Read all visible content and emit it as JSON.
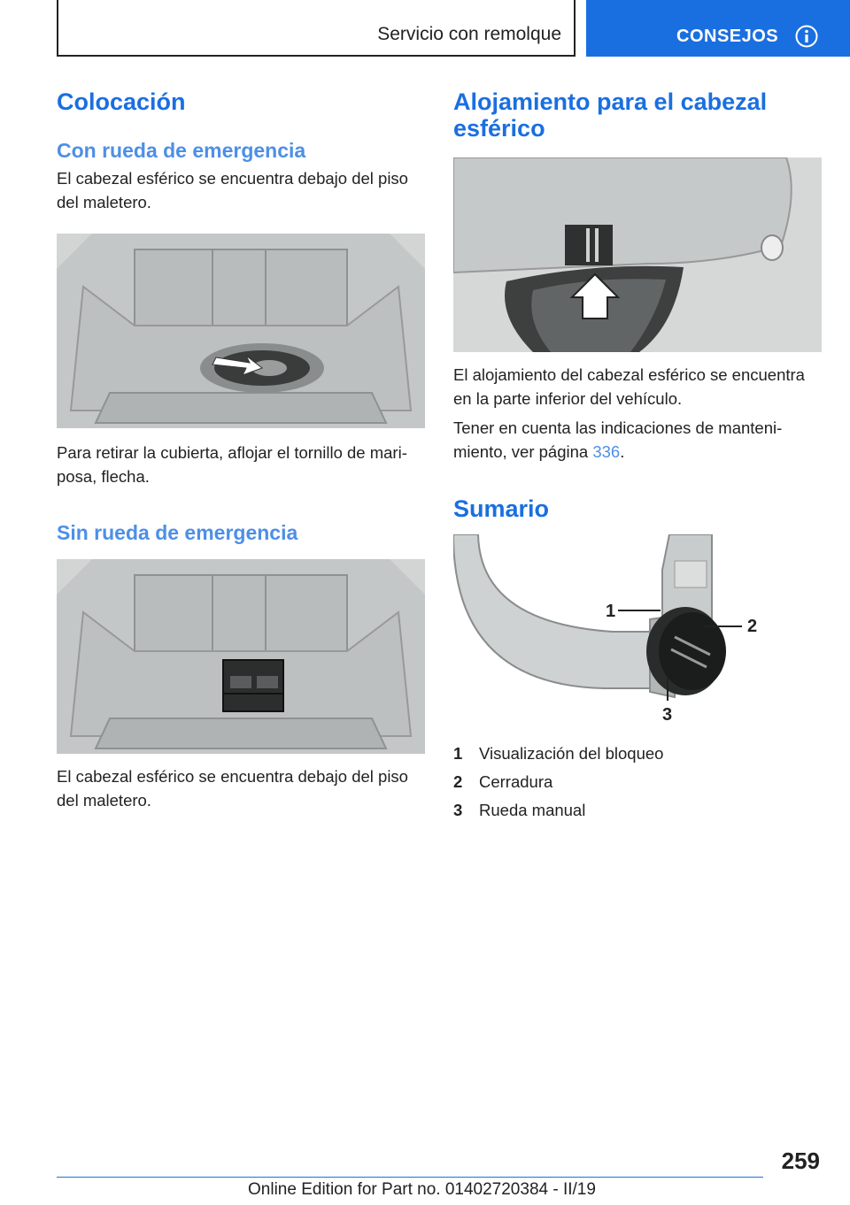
{
  "header": {
    "section": "Servicio con remolque",
    "tab": "CONSEJOS",
    "icon": "info-icon"
  },
  "left": {
    "h1": "Colocación",
    "h2_a": "Con rueda de emergencia",
    "p1": "El cabezal esférico se encuentra debajo del piso del maletero.",
    "p2": "Para retirar la cubierta, aflojar el tornillo de mari‐posa, flecha.",
    "h2_b": "Sin rueda de emergencia",
    "p3": "El cabezal esférico se encuentra debajo del piso del maletero."
  },
  "right": {
    "h1": "Alojamiento para el cabezal esférico",
    "p1": "El alojamiento del cabezal esférico se encuentra en la parte inferior del vehículo.",
    "p2_pre": "Tener en cuenta las indicaciones de manteni‐miento, ver página ",
    "p2_link": "336",
    "p2_post": ".",
    "h1_b": "Sumario",
    "callouts": [
      "1",
      "2",
      "3"
    ],
    "legend": [
      {
        "num": "1",
        "label": "Visualización del bloqueo"
      },
      {
        "num": "2",
        "label": "Cerradura"
      },
      {
        "num": "3",
        "label": "Rueda manual"
      }
    ]
  },
  "footer": {
    "page": "259",
    "edition": "Online Edition for Part no. 01402720384 - II/19"
  },
  "colors": {
    "accent": "#1a6fe0",
    "subhead": "#4d8fe6",
    "figure_bg": "#d6d8d8"
  }
}
